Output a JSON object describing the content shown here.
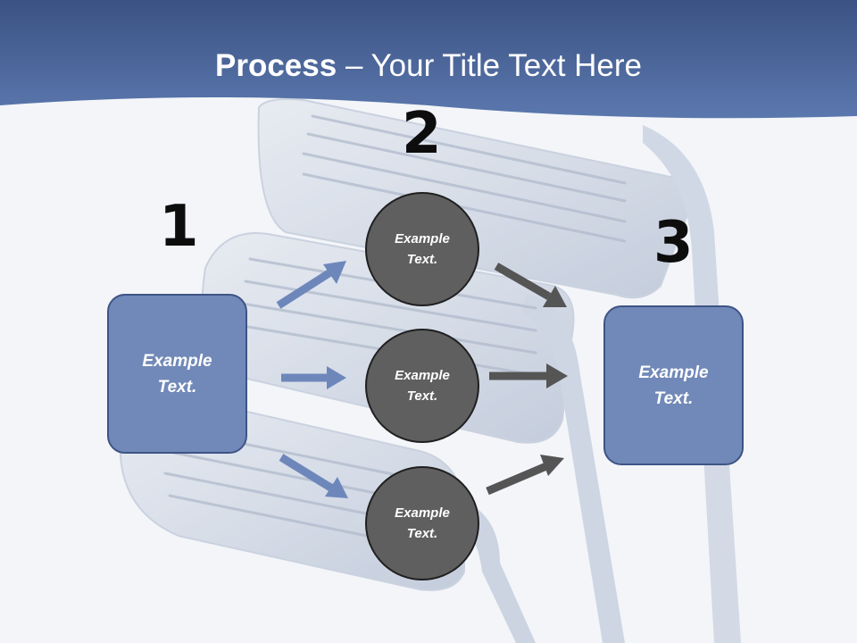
{
  "slide": {
    "title_bold": "Process",
    "title_rest": " – Your Title Text Here",
    "colors": {
      "header": "#4a68a0",
      "box_fill": "#7189b8",
      "circle_fill": "#5f5f5f",
      "arrow_blue": "#6e87bb",
      "arrow_gray": "#555555"
    },
    "steps": [
      {
        "number": "1",
        "text": "Example Text."
      },
      {
        "number": "2",
        "text": "Example Text."
      },
      {
        "number": "3",
        "text": "Example Text."
      }
    ],
    "circles": [
      {
        "text": "Example Text."
      },
      {
        "text": "Example Text."
      },
      {
        "text": "Example Text."
      }
    ]
  }
}
